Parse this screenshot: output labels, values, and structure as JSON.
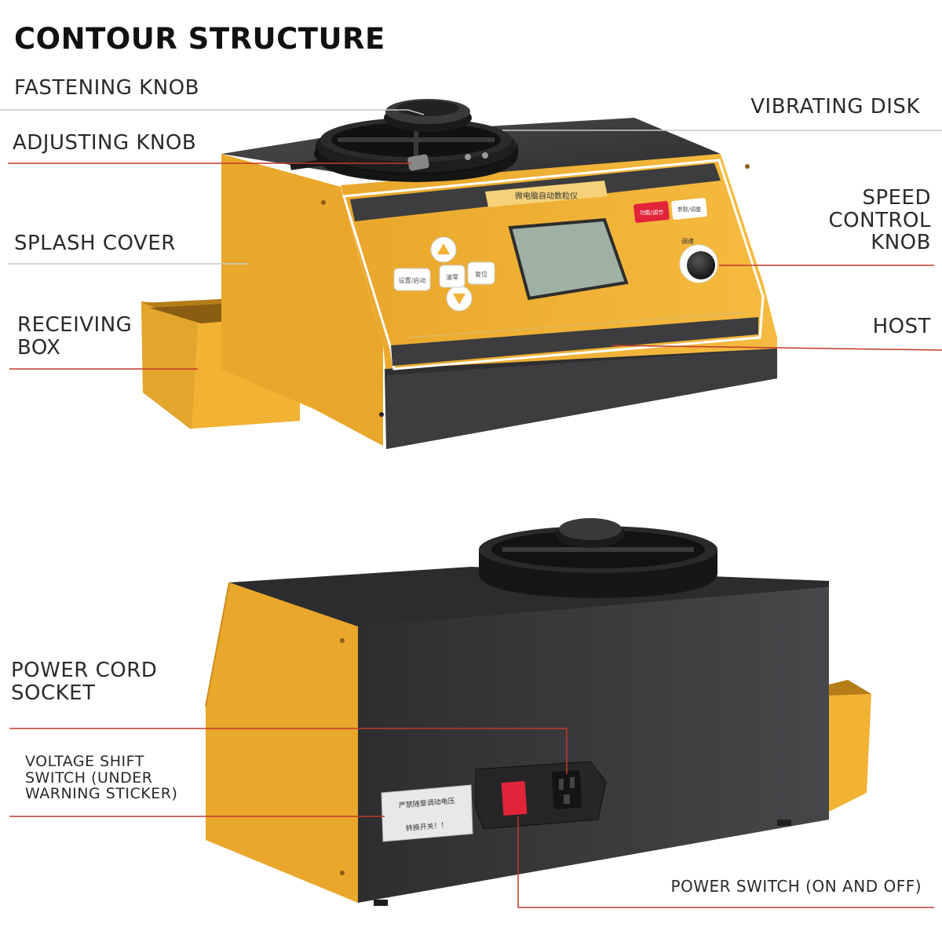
{
  "title": "CONTOUR STRUCTURE",
  "colors": {
    "body_yellow": "#f2b233",
    "body_yellow_dark": "#d99a22",
    "body_dark": "#3d3d3f",
    "body_dark_side": "#2f2f31",
    "leader_red": "#c0392b",
    "leader_gray": "#c8c8c8",
    "screen": "#9fb1a3",
    "switch_red": "#e2243a"
  },
  "labels_front": {
    "fastening_knob": "FASTENING KNOB",
    "adjusting_knob": "ADJUSTING KNOB",
    "splash_cover": "SPLASH COVER",
    "receiving_box": "RECEIVING\nBOX",
    "vibrating_disk": "VIBRATING DISK",
    "speed_control_knob": "SPEED\nCONTROL\nKNOB",
    "host": "HOST"
  },
  "labels_back": {
    "power_cord_socket": "POWER CORD\nSOCKET",
    "voltage_shift_switch": "VOLTAGE SHIFT\nSWITCH (UNDER\nWARNING STICKER)",
    "power_switch": "POWER SWITCH (ON AND OFF)"
  },
  "panel_text": {
    "panel_title": "微电脑自动数粒仪",
    "btn_left": "设置/启动",
    "btn_mid": "清零",
    "btn_right": "复位",
    "badge_red": "功能/调节",
    "badge_light": "参数/调整",
    "knob_label": "调速",
    "sticker_line1": "严禁随意调动电压",
    "sticker_line2": "转换开关！！"
  },
  "icons": {
    "up_button": "up-arrow-icon",
    "down_button": "down-arrow-icon"
  }
}
